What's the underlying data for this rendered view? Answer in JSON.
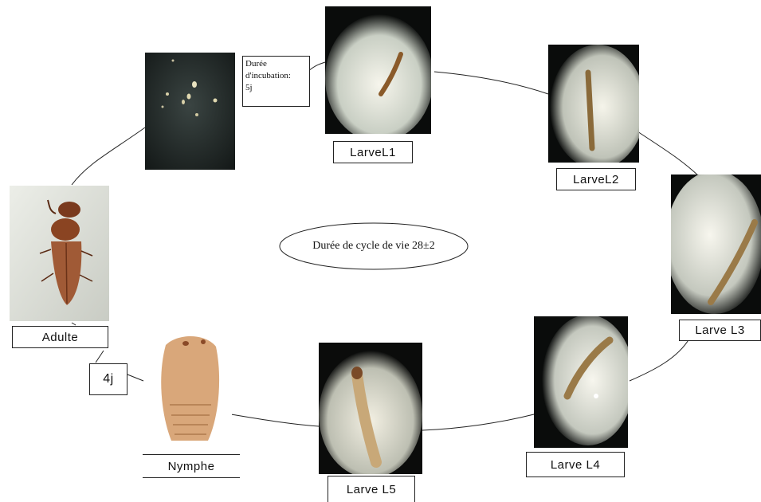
{
  "diagram": {
    "center_label": "Durée de cycle de vie 28±2",
    "incubation": {
      "line1": "Durée",
      "line2": "d'incubation:",
      "line3": "5j"
    },
    "stages": {
      "larve1": "LarveL1",
      "larve2": "LarveL2",
      "larve3": "Larve L3",
      "larve4": "Larve L4",
      "larve5": "Larve L5",
      "nymphe": "Nymphe",
      "adulte": "Adulte"
    },
    "nymph_duration": "4j"
  }
}
